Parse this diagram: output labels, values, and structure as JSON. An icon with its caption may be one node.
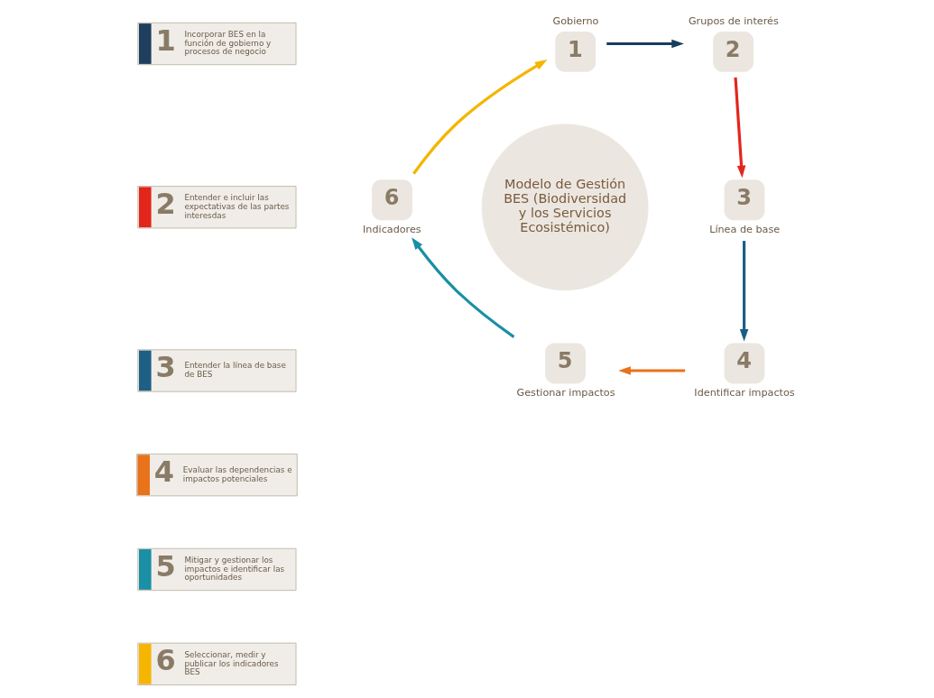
{
  "diagram": {
    "nodes": [
      {
        "text": [
          "1",
          "Incorporar BES en la función de gobierno y procesos de negocio"
        ]
      },
      {
        "text": [
          "2",
          "Entender e incluir las expectativas de las partes interesdas"
        ]
      },
      {
        "text": [
          "3",
          "Entender la línea de base de BES"
        ]
      },
      {
        "text": [
          "4",
          "Evaluar las dependencias e impactos potenciales"
        ]
      },
      {
        "text": [
          "5",
          "Mitigar y gestionar los impactos e identificar las oportunidades"
        ]
      },
      {
        "text": [
          "6",
          "Seleccionar, medir y publicar los indicadores BES"
        ]
      },
      {
        "text": [
          "Modelo de Gestión BES (Biodiversidad y los Servicios Ecosistémico)"
        ]
      },
      {
        "text": [
          "1"
        ],
        "beside": [
          "Gobierno"
        ]
      },
      {
        "text": [
          "2"
        ],
        "beside": [
          "Grupos de interés"
        ]
      },
      {
        "text": [
          "3"
        ],
        "beside": [
          "Línea de base"
        ]
      },
      {
        "text": [
          "4"
        ],
        "beside": [
          "Identificar impactos"
        ]
      },
      {
        "text": [
          "5"
        ],
        "beside": [
          "Gestionar impactos"
        ]
      },
      {
        "text": [
          "6"
        ],
        "beside": [
          "Indicadores"
        ]
      }
    ],
    "edges": [
      {
        "from": 7,
        "to": 8,
        "arrow": "to",
        "color": "#163d5e"
      },
      {
        "from": 8,
        "to": 9,
        "arrow": "to",
        "color": "#e3261c"
      },
      {
        "from": 9,
        "to": 10,
        "arrow": "to",
        "color": "#1a5f85"
      },
      {
        "from": 10,
        "to": 11,
        "arrow": "to",
        "color": "#e8731a"
      },
      {
        "from": 11,
        "to": 12,
        "arrow": "to",
        "color": "#1a8fa5"
      },
      {
        "from": 12,
        "to": 7,
        "arrow": "to",
        "color": "#f5b500"
      }
    ]
  }
}
